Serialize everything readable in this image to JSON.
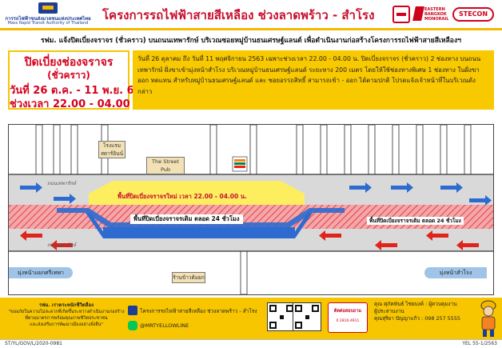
{
  "header": {
    "agency_th": "การรถไฟฟ้าขนส่งมวลชนแห่งประเทศไทย",
    "agency_en": "Mass Rapid Transit Authority of Thailand",
    "title": "โครงการรถไฟฟ้าสายสีเหลือง ช่วงลาดพร้าว - สำโรง",
    "eastern_monorail": "EASTERN\nBANGKOK\nMONORAIL",
    "stecon": "STECON"
  },
  "subtitle": "รฟม. แจ้งปิดเบี่ยงจราจร (ชั่วคราว) บนถนนเทพารักษ์ บริเวณซอยหมู่บ้านธนเศรษฐ์แลนด์ เพื่อดำเนินงานก่อสร้างโครงการรถไฟฟ้าสายสีเหลืองฯ",
  "notice": {
    "line1": "ปิดเบี่ยงช่องจราจร",
    "line2": "(ชั่วคราว)",
    "line3": "วันที่ 26 ต.ค. - 11 พ.ย. 63",
    "line4": "ช่วงเวลา 22.00 - 04.00 น.",
    "description": "วันที่ 26 ตุลาคม ถึง วันที่ 11 พฤศจิกายน 2563 เฉพาะช่วงเวลา 22.00 - 04.00 น. ปิดเบี่ยงจราจร (ชั่วคราว) 2 ช่องทาง บนถนนเทพารักษ์ ฝั่งขาเข้ามุ่งหน้าสำโรง บริเวณหมู่บ้านธนเศรษฐ์แลนด์ ระยะทาง 200 เมตร โดยให้ใช้ช่องทางพิเศษ 1 ช่องทาง ในฝั่งขาออก ทดแทน สำหรับหมู่บ้านธนเศรษฐ์แลนด์ และ ซอยอรรถสิทธิ์ สามารถเข้า - ออก ได้ตามปกติ โปรดแจ้งเจ้าหน้าที่ในบริเวณดังกล่าว"
  },
  "map": {
    "place_left": "โรงแรม\nสตาร์อินน์",
    "place_pub": "The Street\nPub",
    "road_top": "ถนนเทพารักษ์",
    "road_bottom": "ถนนเทพารักษ์",
    "zone_new": "พื้นที่ปิดเบี่ยงจราจรใหม่ เวลา 22.00 - 04.00 น.",
    "zone_old": "พื้นที่ปิดเบี่ยงจราจรเดิม ตลอด 24 ชั่วโมง",
    "zone_old_right": "พื้นที่ปิดเบี่ยงจราจรเดิม ตลอด 24 ชั่วโมง",
    "to_left": "มุ่งหน้าแยกศรีเทพา",
    "to_right": "มุ่งหน้าสำโรง",
    "place_bottom": "ร้านข้าวต้มยก"
  },
  "footer": {
    "left_title": "รฟม. เราตระหนักชีวิตลือง",
    "left_text": "\"ขออภัยในความไม่สะดวกที่เกิดขึ้นระหว่างดำเนินงานก่อสร้าง\nที่ตามมาตรการพร้อมคุณภาพชีวิตประชาชน\nและส่งเสริมการพัฒนาเมืองอย่างยั่งยืน\"",
    "web_label": "โครงการรถไฟฟ้าสายสีเหลือง ช่วงลาดพร้าว - สำโรง",
    "line_label": "@MRTYELLOWLINE",
    "stamp_top": "ติดต่อสอบถาม",
    "stamp_bottom": "0 2810-4911",
    "contact_line1": "คุณ ศุภัคพันธ์ ไชยบงค์ : ผู้ควบคุมงาน",
    "contact_line2": "ผู้ประสานงาน",
    "contact_line3": "คุณสุริยา ปัญญาแก้ว   : 098 257 5555"
  },
  "bottom": {
    "doc_code": "ST/YL/GOV/L/2020-0981",
    "page_code": "YEL 55-1/2563"
  },
  "colors": {
    "red": "#d6001c",
    "yellow": "#f9c900",
    "blue_lane": "#2d6bd0",
    "zone_fill": "#f4a6a8"
  }
}
